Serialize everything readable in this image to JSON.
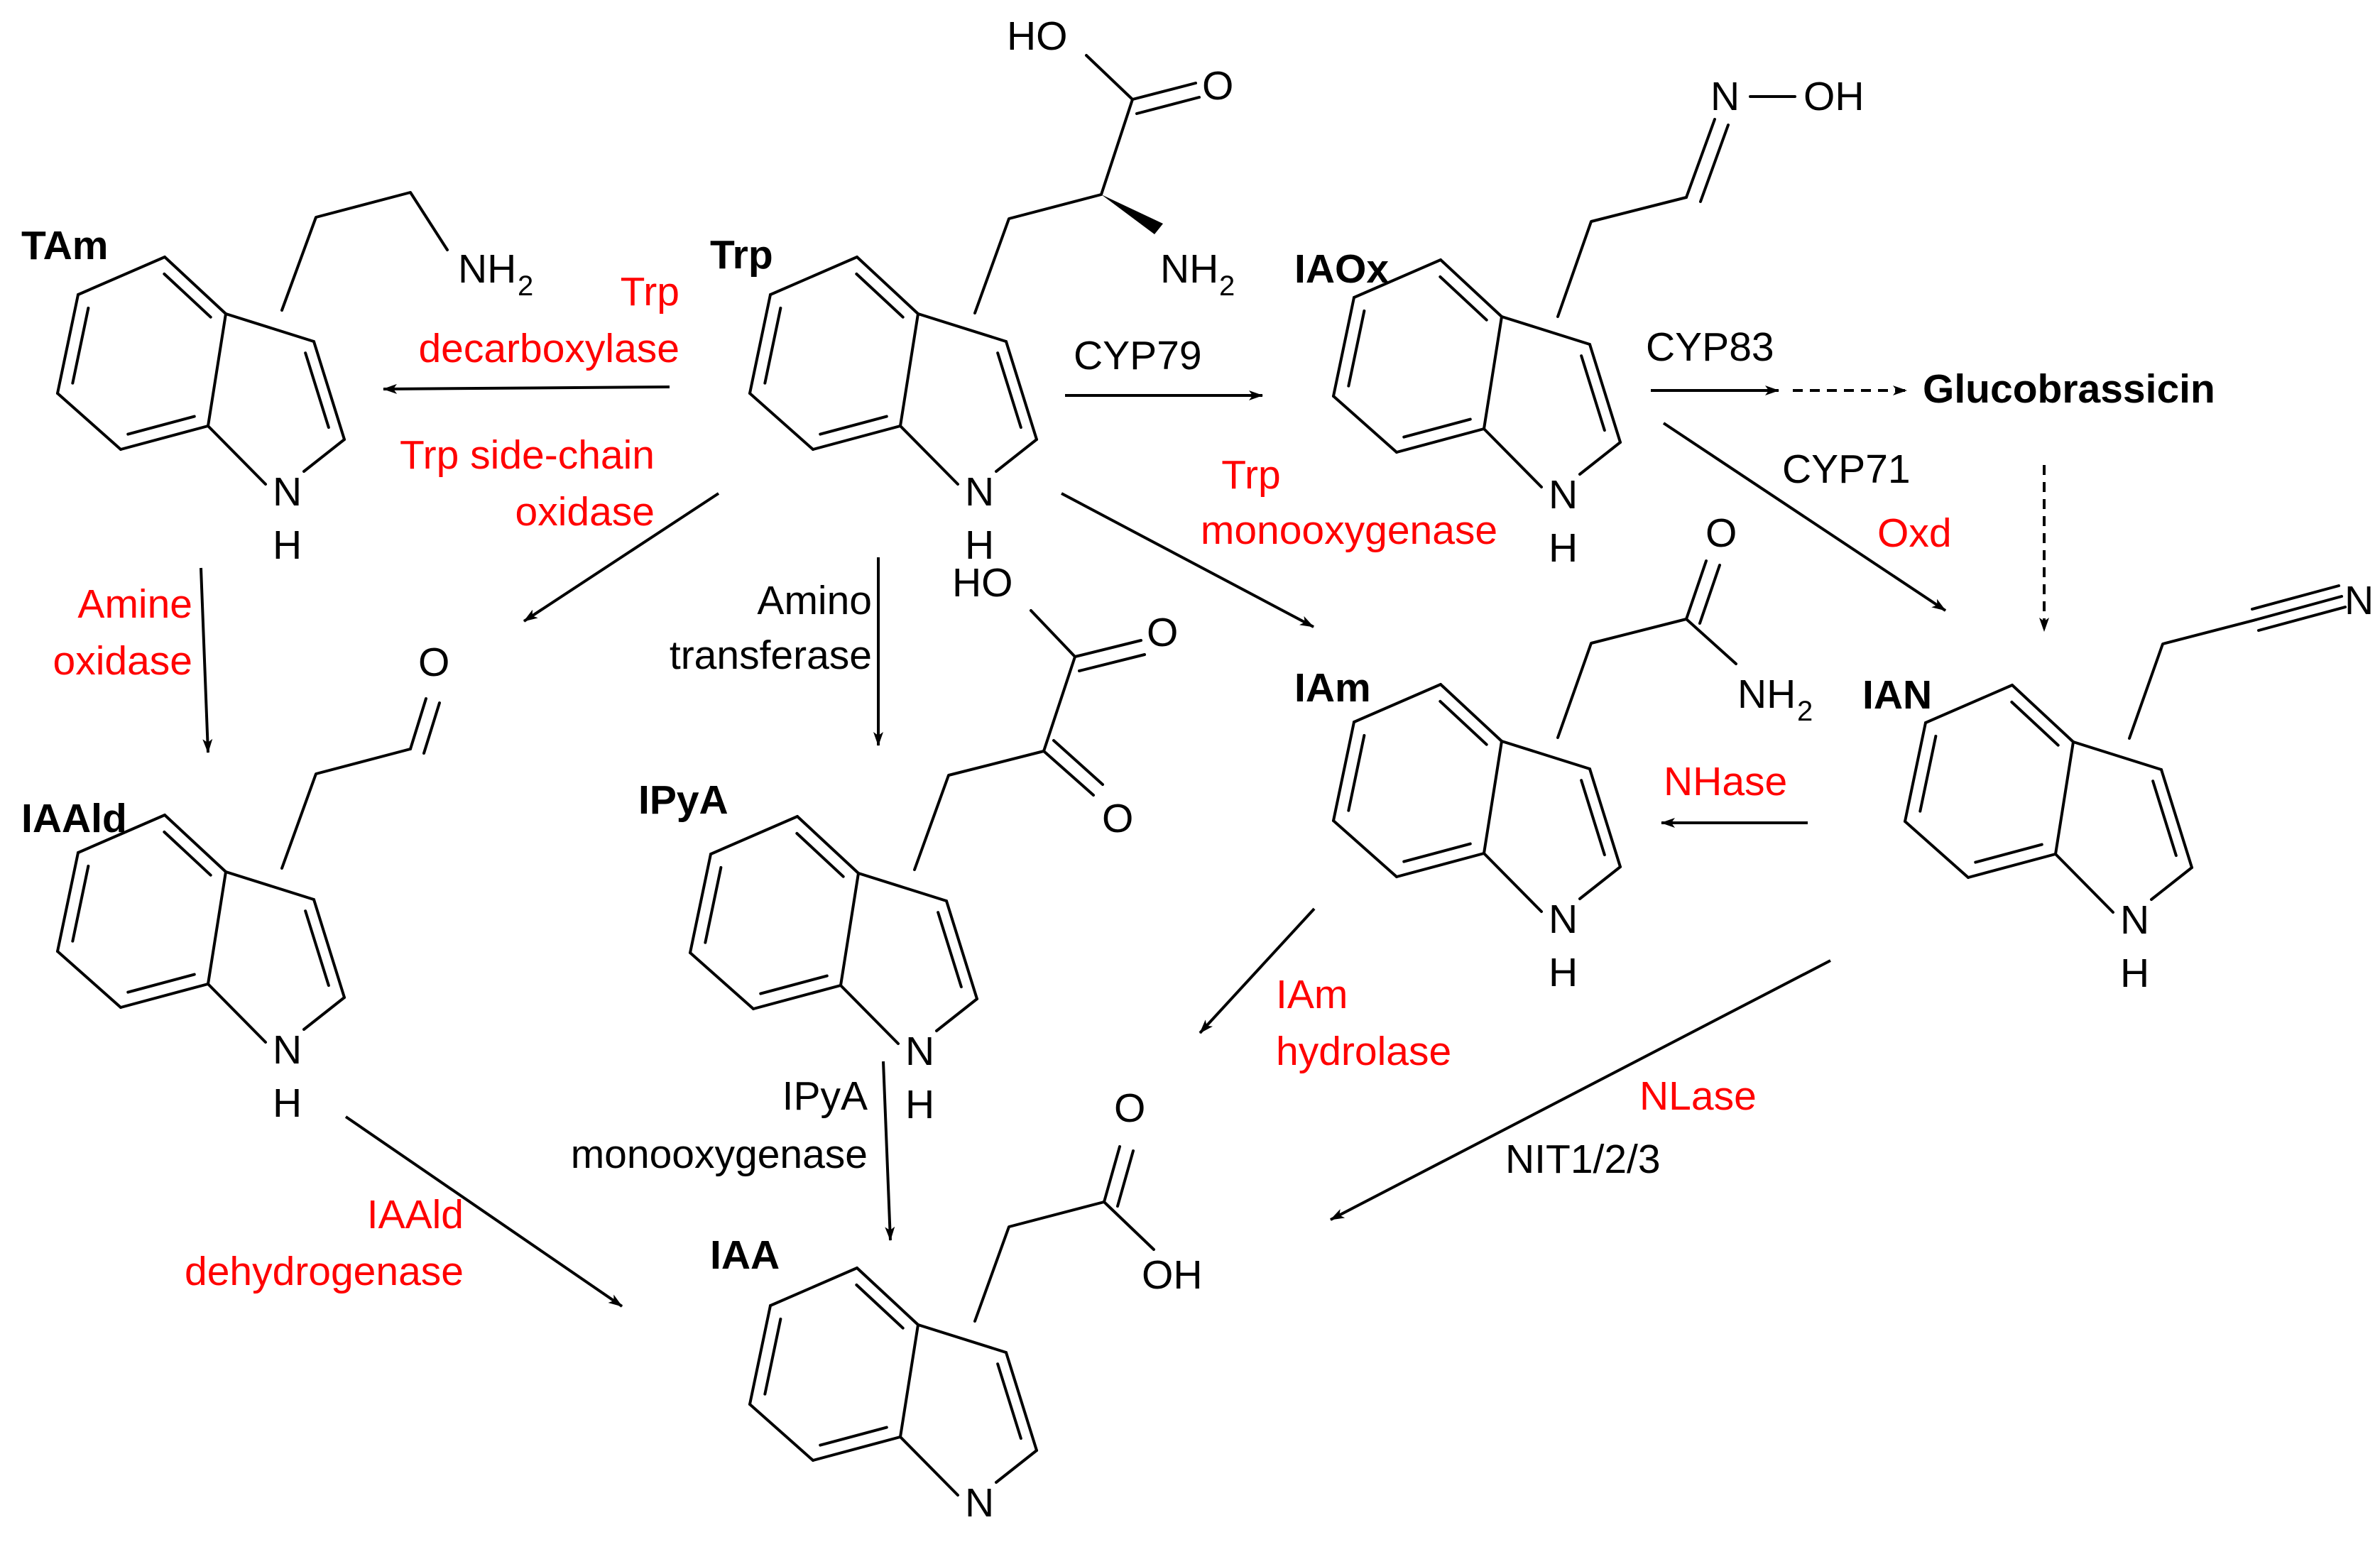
{
  "compounds": {
    "trp": "Trp",
    "tam": "TAm",
    "iaox": "IAOx",
    "glucobrassicin": "Glucobrassicin",
    "iaald": "IAAld",
    "ipya": "IPyA",
    "iam": "IAm",
    "ian": "IAN",
    "iaa": "IAA"
  },
  "atoms": {
    "n": "N",
    "h": "H",
    "o": "O",
    "ho": "HO",
    "oh": "OH",
    "nh": "NH",
    "nh2_base": "NH",
    "sub2": "2",
    "oh_nitrile_n": "N"
  },
  "enzymes": {
    "trp_decarboxylase": [
      "Trp",
      "decarboxylase"
    ],
    "trp_side_chain_oxidase": [
      "Trp side-chain",
      "oxidase"
    ],
    "cyp79": "CYP79",
    "trp_monooxygenase": [
      "Trp",
      "monooxygenase"
    ],
    "cyp83": "CYP83",
    "cyp71": "CYP71",
    "oxd": "Oxd",
    "amine_oxidase": [
      "Amine",
      "oxidase"
    ],
    "amino_transferase": [
      "Amino",
      "transferase"
    ],
    "nhase": "NHase",
    "iam_hydrolase": [
      "IAm",
      "hydrolase"
    ],
    "nlase": "NLase",
    "nit123": "NIT1/2/3",
    "ipya_monooxygenase": [
      "IPyA",
      "monooxygenase"
    ],
    "iaald_dehydrogenase": [
      "IAAld",
      "dehydrogenase"
    ]
  },
  "colors": {
    "enzyme_red": "#ff0000",
    "enzyme_black": "#000000",
    "structure": "#000000"
  }
}
